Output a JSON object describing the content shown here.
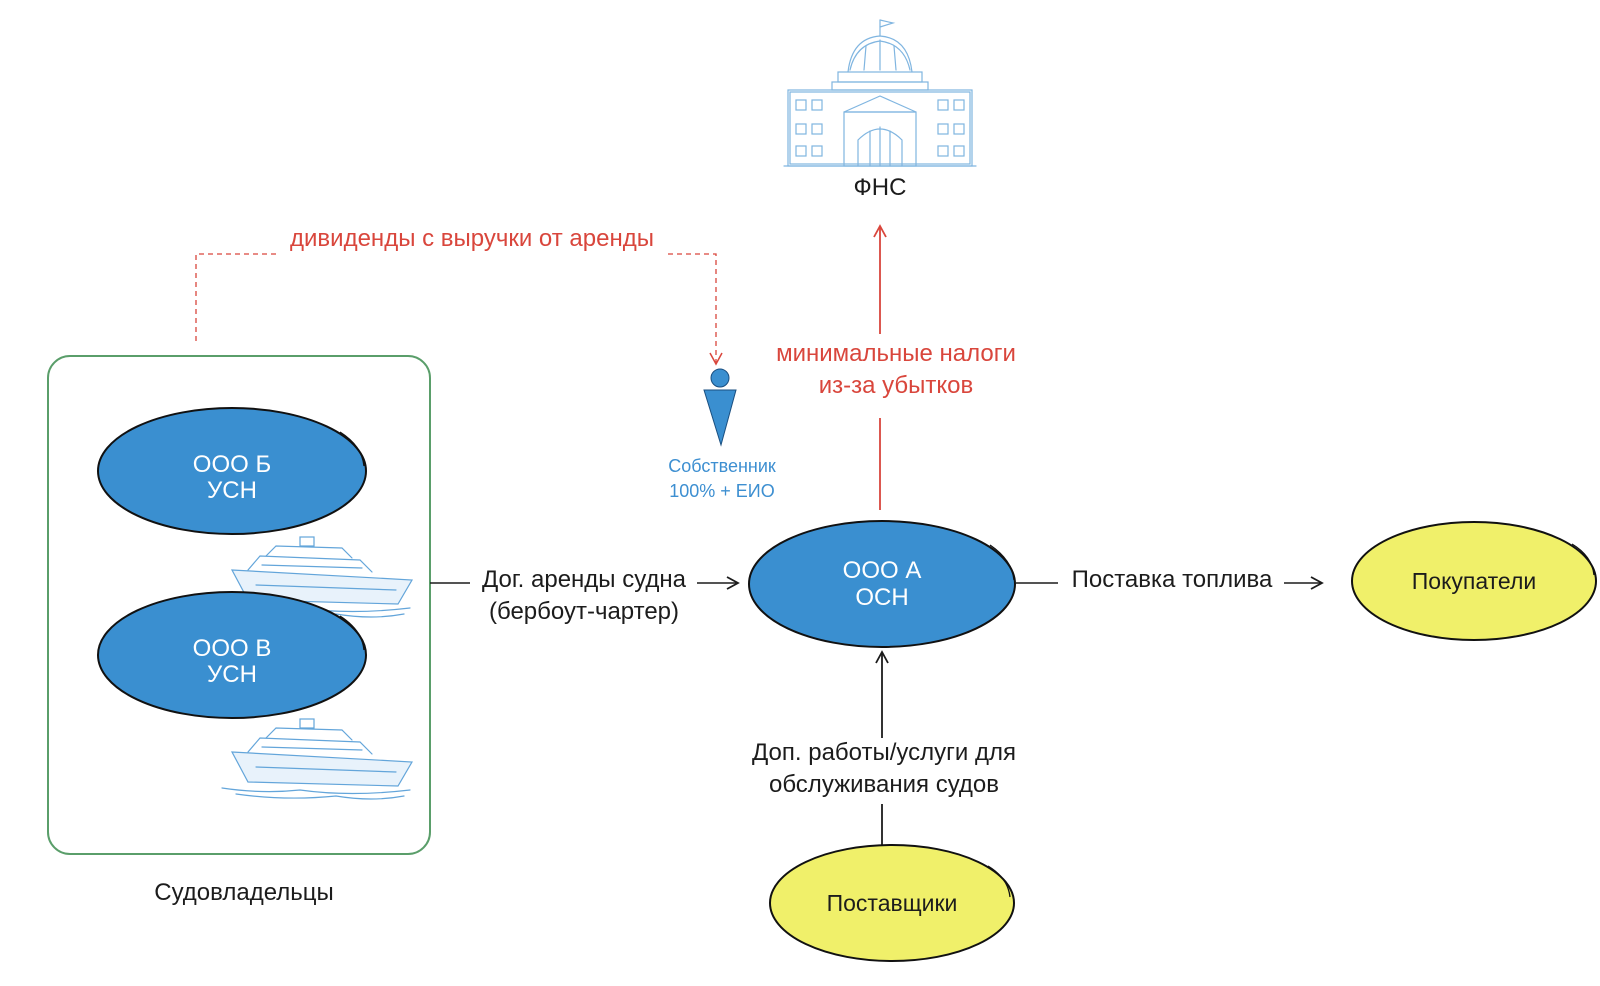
{
  "colors": {
    "node_blue": "#3a8fd0",
    "node_yellow": "#f0f06a",
    "group_border": "#5a9e6a",
    "tax_flow_red": "#d9463c",
    "sketch_blue": "#3d8fd1",
    "ink": "#1c1c1c"
  },
  "icons": {
    "tax_office": "government-building-icon",
    "owner": "person-icon",
    "vessel": "ship-icon"
  },
  "tax_office": {
    "label": "ФНС"
  },
  "owner": {
    "line1": "Собственник",
    "line2": "100% + ЕИО"
  },
  "shipowners_group": {
    "label": "Судовладельцы",
    "company_b": {
      "line1": "ООО Б",
      "line2": "УСН"
    },
    "company_v": {
      "line1": "ООО В",
      "line2": "УСН"
    }
  },
  "company_a": {
    "line1": "ООО А",
    "line2": "ОСН"
  },
  "buyers": {
    "label": "Покупатели"
  },
  "suppliers": {
    "label": "Поставщики"
  },
  "flows": {
    "dividends": "дивиденды с выручки от аренды",
    "taxes_line1": "минимальные налоги",
    "taxes_line2": "из-за убытков",
    "lease_line1": "Дог. аренды судна",
    "lease_line2": "(бербоут-чартер)",
    "fuel_supply": "Поставка топлива",
    "services_line1": "Доп. работы/услуги для",
    "services_line2": "обслуживания судов"
  }
}
